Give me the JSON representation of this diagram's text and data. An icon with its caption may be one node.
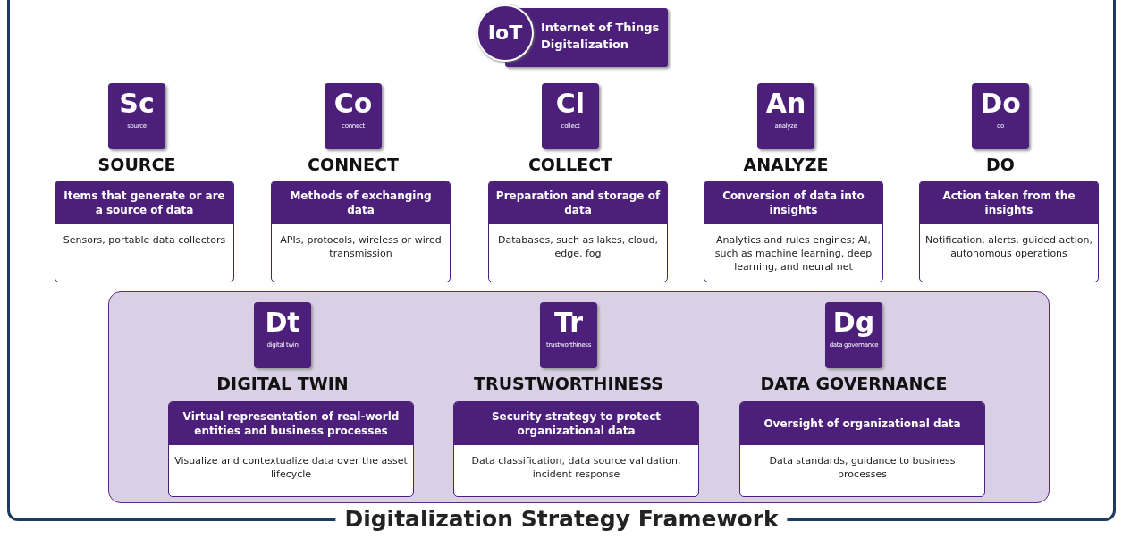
{
  "diagram": {
    "nodes": [
      {
        "text": [
          "Digitalization Strategy Framework"
        ]
      },
      {
        "text": [
          "IoT",
          "Internet of Things Digitalization"
        ],
        "in": 0
      },
      {
        "text": [
          "Sc",
          "source"
        ],
        "beside": [
          "SOURCE"
        ],
        "in": 0
      },
      {
        "text": [
          "Items that generate or are a source of data",
          "Sensors, portable data collectors"
        ],
        "in": 0
      },
      {
        "text": [
          "Co",
          "connect"
        ],
        "beside": [
          "CONNECT"
        ],
        "in": 0
      },
      {
        "text": [
          "Methods of exchanging data",
          "APIs, protocols, wireless or wired transmission"
        ],
        "in": 0
      },
      {
        "text": [
          "Cl",
          "collect"
        ],
        "beside": [
          "COLLECT"
        ],
        "in": 0
      },
      {
        "text": [
          "Preparation and storage of data",
          "Databases, such as lakes, cloud, edge, fog"
        ],
        "in": 0
      },
      {
        "text": [
          "An",
          "analyze"
        ],
        "beside": [
          "ANALYZE"
        ],
        "in": 0
      },
      {
        "text": [
          "Conversion of data into insights",
          "Analytics and rules engines; AI, such as machine learning, deep learning, and neural net"
        ],
        "in": 0
      },
      {
        "text": [
          "Do",
          "do"
        ],
        "beside": [
          "DO"
        ],
        "in": 0
      },
      {
        "text": [
          "Action taken from the insights",
          "Notification, alerts, guided action, autonomous operations"
        ],
        "in": 0
      },
      {
        "text": [],
        "shape": "box",
        "in": 0
      },
      {
        "text": [
          "Dt",
          "digital twin"
        ],
        "beside": [
          "DIGITAL TWIN"
        ],
        "in": 12
      },
      {
        "text": [
          "Virtual representation of real-world entities and business processes",
          "Visualize and contextualize data over the asset lifecycle"
        ],
        "in": 12
      },
      {
        "text": [
          "Tr",
          "trustworthiness"
        ],
        "beside": [
          "TRUSTWORTHINESS"
        ],
        "in": 12
      },
      {
        "text": [
          "Security strategy to protect organizational data",
          "Data classification, data source validation, incident response"
        ],
        "in": 12
      },
      {
        "text": [
          "Dg",
          "data governance"
        ],
        "beside": [
          "DATA GOVERNANCE"
        ],
        "in": 12
      },
      {
        "text": [
          "Oversight of organizational data",
          "Data standards, guidance to business processes"
        ],
        "in": 12
      }
    ]
  }
}
